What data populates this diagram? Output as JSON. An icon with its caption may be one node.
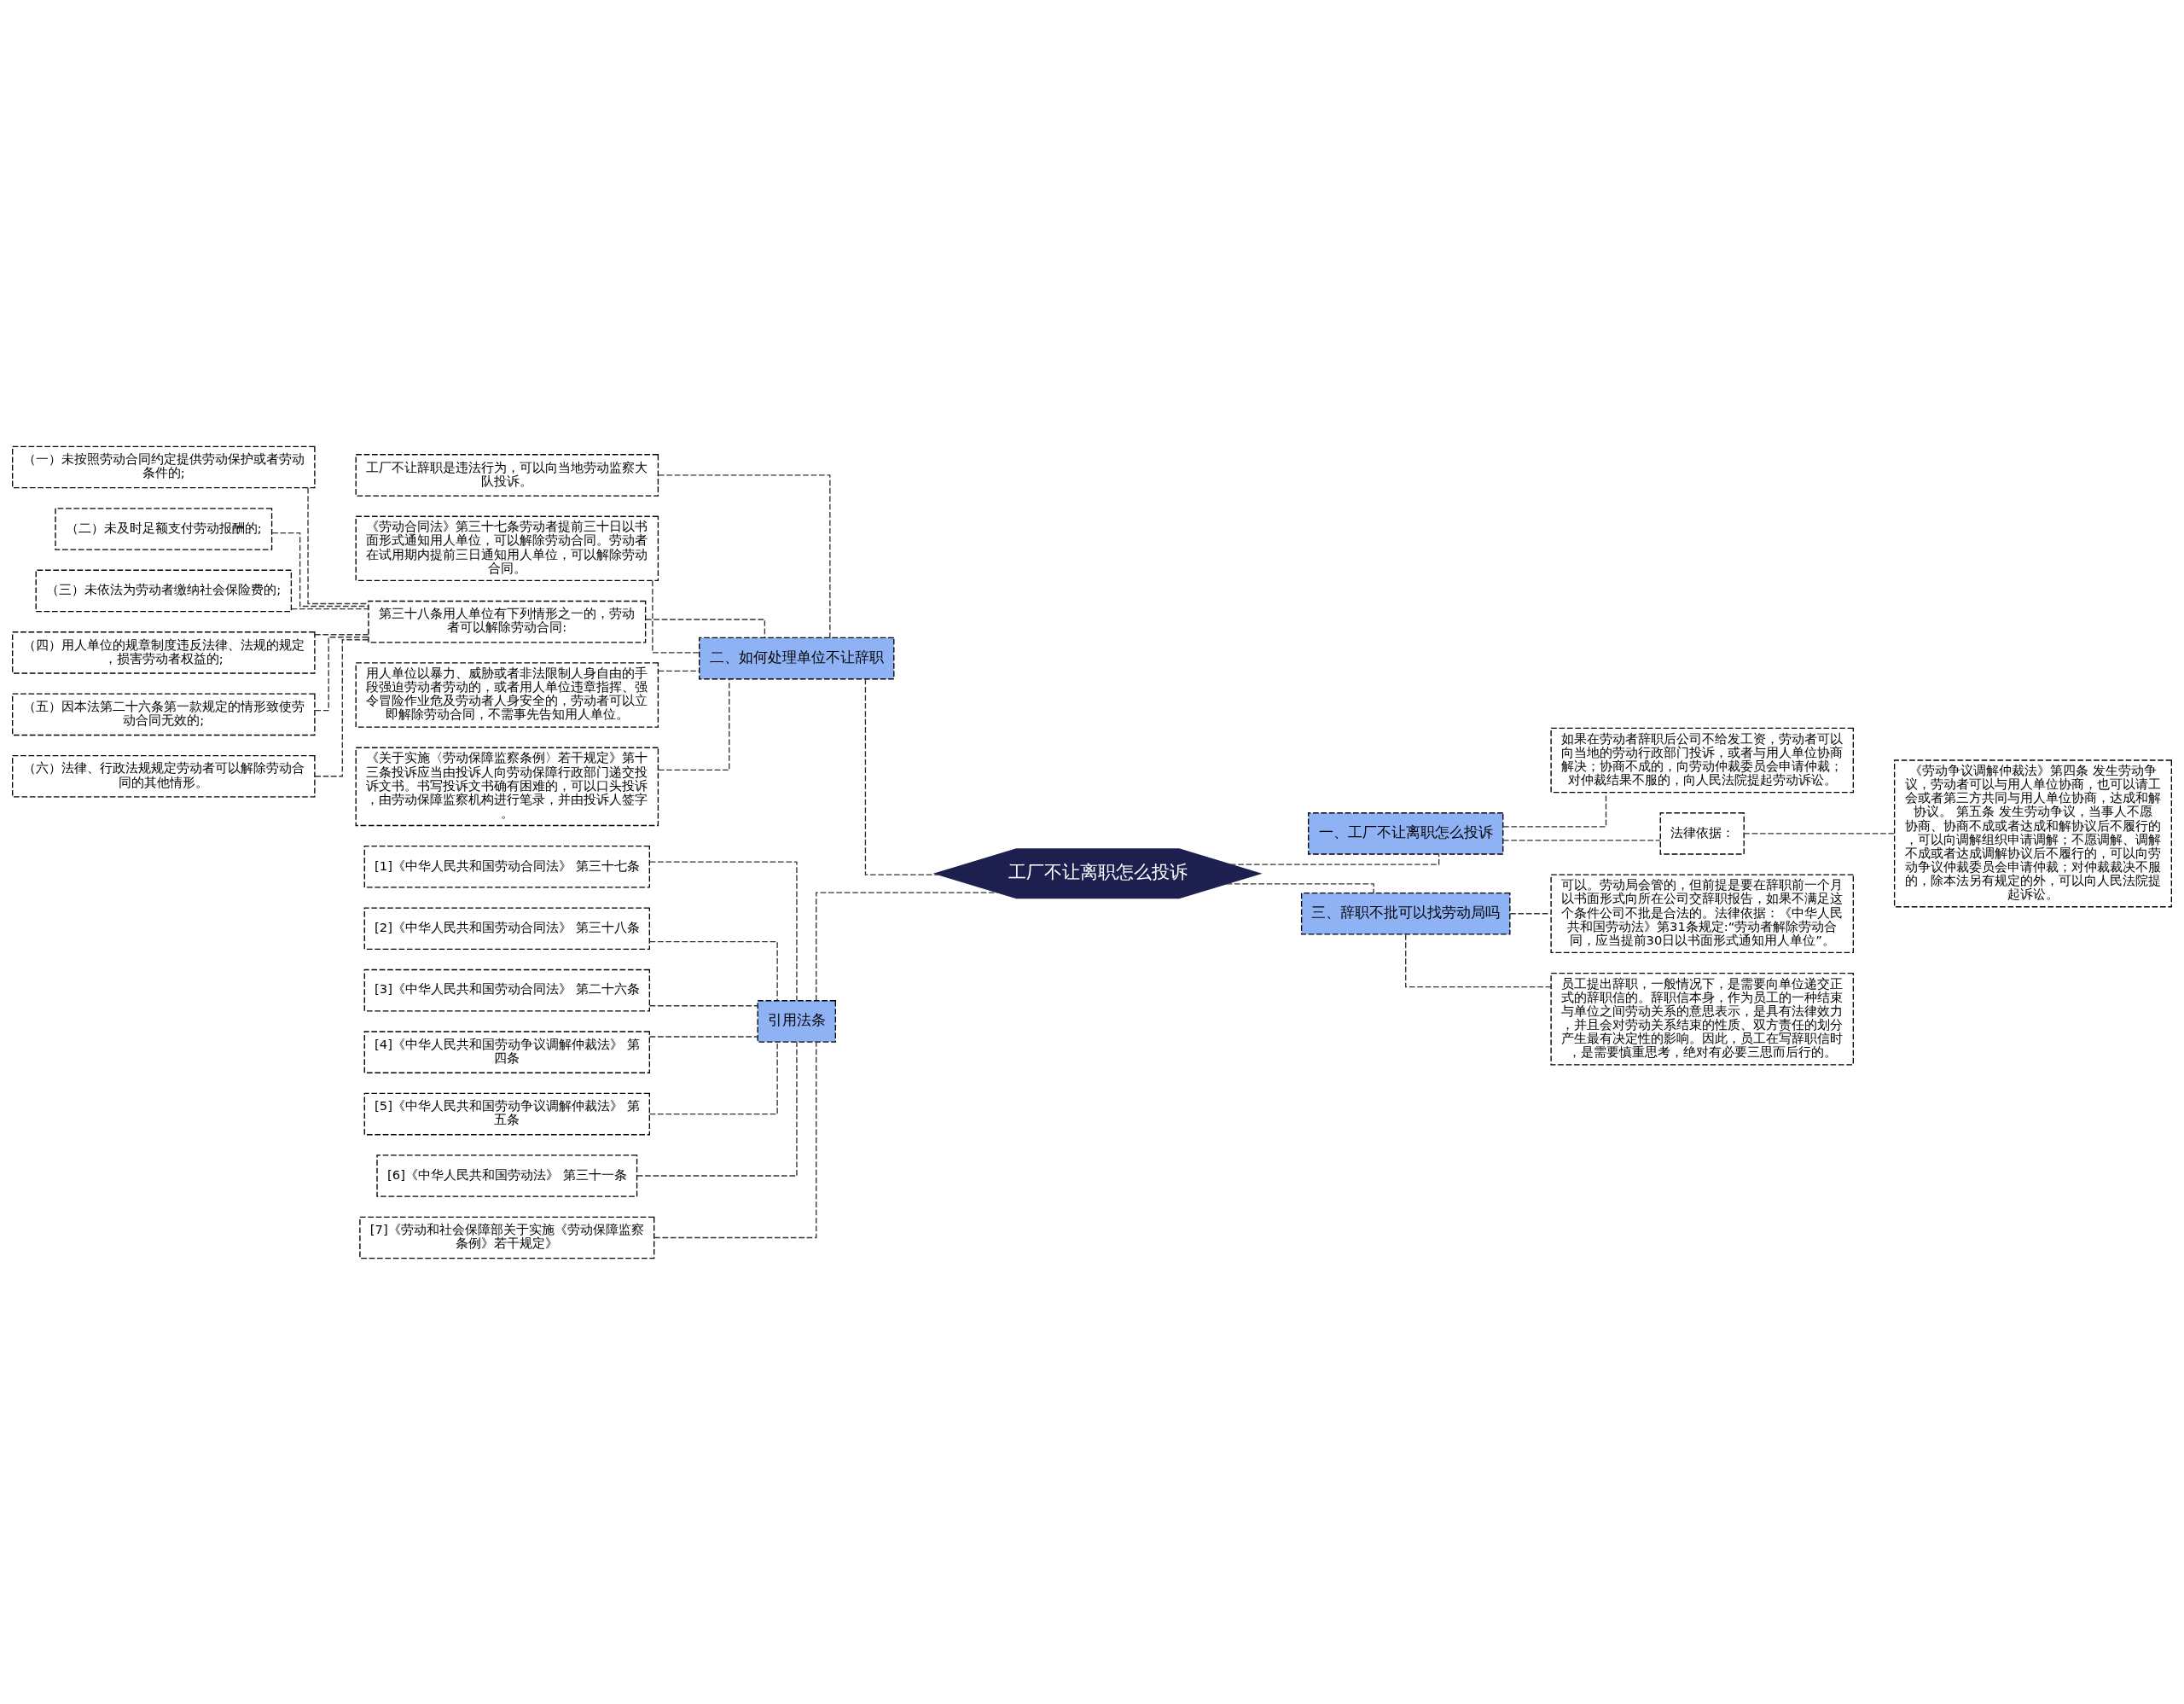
{
  "diagram": {
    "nodes": [
      {
        "text": [
          "工厂不让离职怎么投诉"
        ]
      },
      {
        "text": [
          "二、如何处理单位不让辞职"
        ]
      },
      {
        "text": [
          "工厂不让辞职是违法行为，可以向当地劳动监察大队投诉。"
        ]
      },
      {
        "text": [
          "《劳动合同法》第三十七条劳动者提前三十日以书面形式通知用人单位，可以解除劳动合同。劳动者在试用期内提前三日通知用人单位，可以解除劳动合同。"
        ]
      },
      {
        "text": [
          "第三十八条用人单位有下列情形之一的，劳动者可以解除劳动合同:"
        ]
      },
      {
        "text": [
          "（一）未按照劳动合同约定提供劳动保护或者劳动条件的;"
        ]
      },
      {
        "text": [
          "（二）未及时足额支付劳动报酬的;"
        ]
      },
      {
        "text": [
          "（三）未依法为劳动者缴纳社会保险费的;"
        ]
      },
      {
        "text": [
          "（四）用人单位的规章制度违反法律、法规的规定，损害劳动者权益的;"
        ]
      },
      {
        "text": [
          "（五）因本法第二十六条第一款规定的情形致使劳动合同无效的;"
        ]
      },
      {
        "text": [
          "（六）法律、行政法规规定劳动者可以解除劳动合同的其他情形。"
        ]
      },
      {
        "text": [
          "用人单位以暴力、威胁或者非法限制人身自由的手段强迫劳动者劳动的，或者用人单位违章指挥、强令冒险作业危及劳动者人身安全的，劳动者可以立即解除劳动合同，不需事先告知用人单位。"
        ]
      },
      {
        "text": [
          "《关于实施〈劳动保障监察条例〉若干规定》第十三条投诉应当由投诉人向劳动保障行政部门递交投诉文书。书写投诉文书确有困难的，可以口头投诉，由劳动保障监察机构进行笔录，并由投诉人签字。"
        ]
      },
      {
        "text": [
          "引用法条"
        ]
      },
      {
        "text": [
          "[1]《中华人民共和国劳动合同法》 第三十七条"
        ]
      },
      {
        "text": [
          "[2]《中华人民共和国劳动合同法》 第三十八条"
        ]
      },
      {
        "text": [
          "[3]《中华人民共和国劳动合同法》 第二十六条"
        ]
      },
      {
        "text": [
          "[4]《中华人民共和国劳动争议调解仲裁法》 第四条"
        ]
      },
      {
        "text": [
          "[5]《中华人民共和国劳动争议调解仲裁法》 第五条"
        ]
      },
      {
        "text": [
          "[6]《中华人民共和国劳动法》 第三十一条"
        ]
      },
      {
        "text": [
          "[7]《劳动和社会保障部关于实施《劳动保障监察条例》若干规定》"
        ]
      },
      {
        "text": [
          "一、工厂不让离职怎么投诉"
        ]
      },
      {
        "text": [
          "如果在劳动者辞职后公司不给发工资，劳动者可以向当地的劳动行政部门投诉，或者与用人单位协商解决；协商不成的，向劳动仲裁委员会申请仲裁；对仲裁结果不服的，向人民法院提起劳动诉讼。"
        ]
      },
      {
        "text": [
          "法律依据："
        ]
      },
      {
        "text": [
          "《劳动争议调解仲裁法》第四条 发生劳动争议，劳动者可以与用人单位协商，也可以请工会或者第三方共同与用人单位协商，达成和解协议。 第五条 发生劳动争议，当事人不愿协商、协商不成或者达成和解协议后不履行的，可以向调解组织申请调解；不愿调解、调解不成或者达成调解协议后不履行的，可以向劳动争议仲裁委员会申请仲裁；对仲裁裁决不服的，除本法另有规定的外，可以向人民法院提起诉讼。"
        ]
      },
      {
        "text": [
          "三、辞职不批可以找劳动局吗"
        ]
      },
      {
        "text": [
          "可以。劳动局会管的，但前提是要在辞职前一个月以书面形式向所在公司交辞职报告，如果不满足这个条件公司不批是合法的。法律依据：《中华人民共和国劳动法》第31条规定:“劳动者解除劳动合同，应当提前30日以书面形式通知用人单位”。"
        ]
      },
      {
        "text": [
          "员工提出辞职，一般情况下，是需要向单位递交正式的辞职信的。辞职信本身，作为员工的一种结束与单位之间劳动关系的意思表示，是具有法律效力，并且会对劳动关系结束的性质、双方责任的划分产生最有决定性的影响。因此，员工在写辞职信时，是需要慎重思考，绝对有必要三思而后行的。"
        ]
      }
    ],
    "edges": [
      {
        "from": 0,
        "to": 1,
        "arrow": "none"
      },
      {
        "from": 1,
        "to": 2,
        "arrow": "none"
      },
      {
        "from": 1,
        "to": 3,
        "arrow": "none"
      },
      {
        "from": 1,
        "to": 4,
        "arrow": "none"
      },
      {
        "from": 4,
        "to": 5,
        "arrow": "none"
      },
      {
        "from": 4,
        "to": 6,
        "arrow": "none"
      },
      {
        "from": 4,
        "to": 7,
        "arrow": "none"
      },
      {
        "from": 4,
        "to": 8,
        "arrow": "none"
      },
      {
        "from": 4,
        "to": 9,
        "arrow": "none"
      },
      {
        "from": 4,
        "to": 10,
        "arrow": "none"
      },
      {
        "from": 1,
        "to": 11,
        "arrow": "none"
      },
      {
        "from": 1,
        "to": 12,
        "arrow": "none"
      },
      {
        "from": 0,
        "to": 13,
        "arrow": "none"
      },
      {
        "from": 13,
        "to": 14,
        "arrow": "none"
      },
      {
        "from": 13,
        "to": 15,
        "arrow": "none"
      },
      {
        "from": 13,
        "to": 16,
        "arrow": "none"
      },
      {
        "from": 13,
        "to": 17,
        "arrow": "none"
      },
      {
        "from": 13,
        "to": 18,
        "arrow": "none"
      },
      {
        "from": 13,
        "to": 19,
        "arrow": "none"
      },
      {
        "from": 13,
        "to": 20,
        "arrow": "none"
      },
      {
        "from": 0,
        "to": 21,
        "arrow": "none"
      },
      {
        "from": 21,
        "to": 22,
        "arrow": "none"
      },
      {
        "from": 21,
        "to": 23,
        "arrow": "none"
      },
      {
        "from": 23,
        "to": 24,
        "arrow": "none"
      },
      {
        "from": 0,
        "to": 25,
        "arrow": "none"
      },
      {
        "from": 25,
        "to": 26,
        "arrow": "none"
      },
      {
        "from": 25,
        "to": 27,
        "arrow": "none"
      }
    ]
  }
}
